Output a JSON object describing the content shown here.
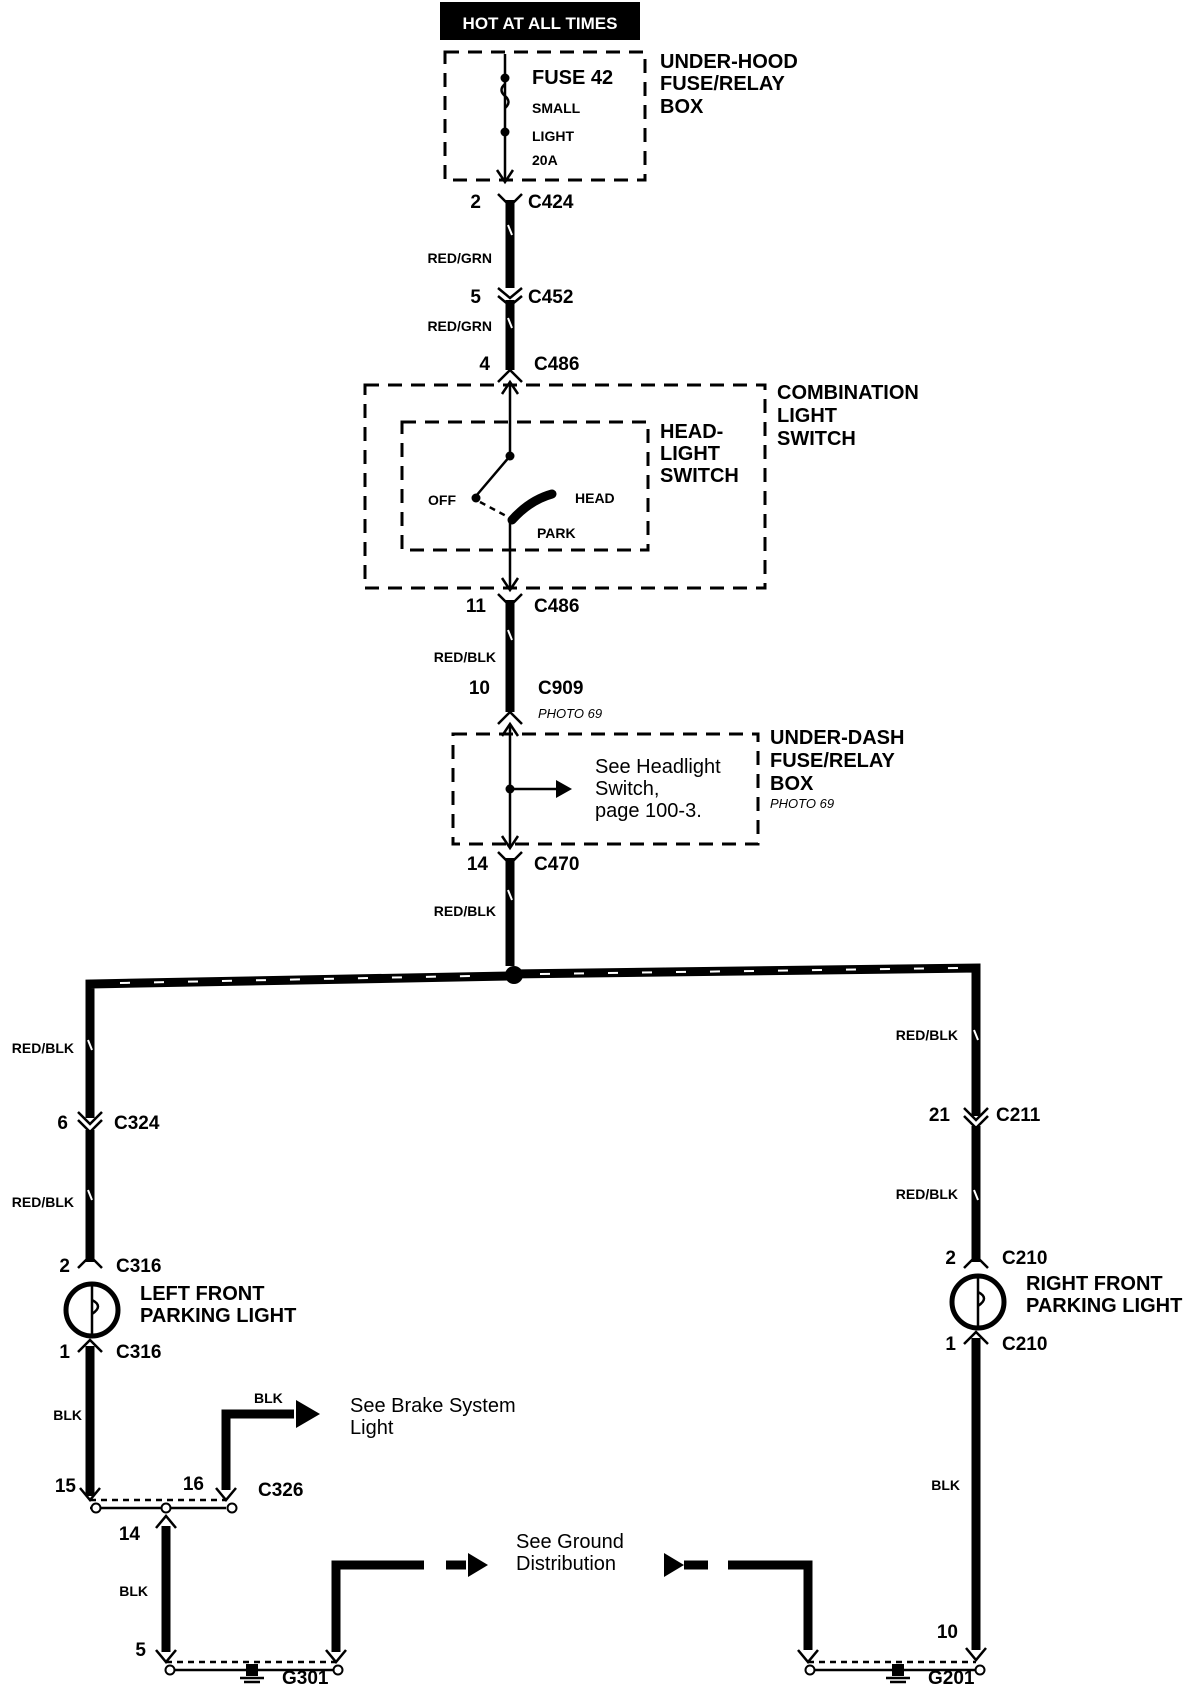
{
  "power": {
    "label": "HOT AT ALL TIMES"
  },
  "underhood_box": {
    "name_lines": [
      "UNDER-HOOD",
      "FUSE/RELAY",
      "BOX"
    ],
    "fuse_name": "FUSE 42",
    "fuse_desc": [
      "SMALL",
      "LIGHT",
      "20A"
    ]
  },
  "connectors": {
    "c424": {
      "pin": "2",
      "name": "C424"
    },
    "c452": {
      "pin": "5",
      "name": "C452"
    },
    "c486_in": {
      "pin": "4",
      "name": "C486"
    },
    "c486_out": {
      "pin": "11",
      "name": "C486"
    },
    "c909": {
      "pin": "10",
      "name": "C909",
      "photo": "PHOTO 69"
    },
    "c470": {
      "pin": "14",
      "name": "C470"
    },
    "c324": {
      "pin": "6",
      "name": "C324"
    },
    "c211": {
      "pin": "21",
      "name": "C211"
    },
    "c316_top": {
      "pin": "2",
      "name": "C316"
    },
    "c316_bot": {
      "pin": "1",
      "name": "C316"
    },
    "c210_top": {
      "pin": "2",
      "name": "C210"
    },
    "c210_bot": {
      "pin": "1",
      "name": "C210"
    },
    "c326": {
      "pin_a": "15",
      "pin_b": "16",
      "pin_c": "14",
      "name": "C326"
    }
  },
  "wires": {
    "red_grn": "RED/GRN",
    "red_blk": "RED/BLK",
    "blk": "BLK"
  },
  "combination_switch": {
    "name_lines": [
      "COMBINATION",
      "LIGHT",
      "SWITCH"
    ],
    "inner_lines": [
      "HEAD-",
      "LIGHT",
      "SWITCH"
    ],
    "pos_off": "OFF",
    "pos_head": "HEAD",
    "pos_park": "PARK"
  },
  "underdash_box": {
    "name_lines": [
      "UNDER-DASH",
      "FUSE/RELAY",
      "BOX"
    ],
    "photo": "PHOTO 69",
    "note_lines": [
      "See Headlight",
      "Switch,",
      "page 100-3."
    ]
  },
  "left_light": {
    "lines": [
      "LEFT FRONT",
      "PARKING LIGHT"
    ]
  },
  "right_light": {
    "lines": [
      "RIGHT FRONT",
      "PARKING LIGHT"
    ]
  },
  "brake_note": {
    "lines": [
      "See Brake System",
      "Light"
    ]
  },
  "ground_note": {
    "lines": [
      "See Ground",
      "Distribution"
    ]
  },
  "grounds": {
    "g301": {
      "name": "G301",
      "pin": "5"
    },
    "g201": {
      "name": "G201",
      "pin": "10"
    }
  }
}
